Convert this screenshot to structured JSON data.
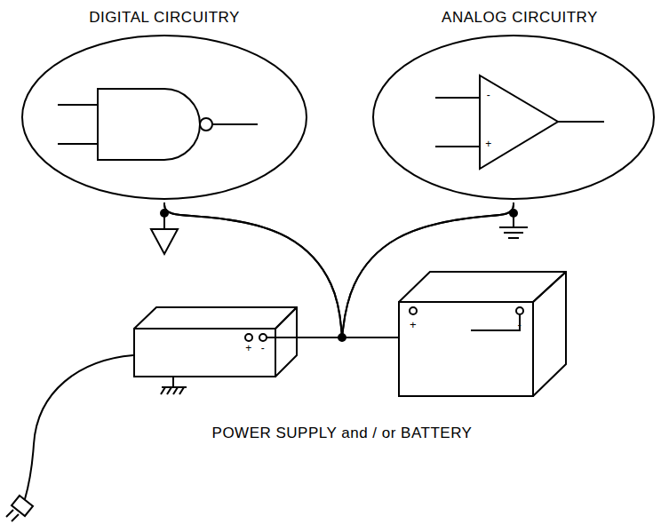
{
  "diagram": {
    "nodes": [
      {
        "text": [
          "DIGITAL CIRCUITRY"
        ]
      },
      {
        "text": [
          "ANALOG CIRCUITRY"
        ]
      },
      {
        "text": [
          "+",
          "-"
        ]
      },
      {
        "text": [
          "+",
          "-"
        ]
      }
    ],
    "edges": [
      {
        "from": 0,
        "to": 2,
        "arrow": "none"
      },
      {
        "from": 0,
        "to": 3,
        "arrow": "none"
      },
      {
        "from": 1,
        "to": 2,
        "arrow": "none"
      },
      {
        "from": 1,
        "to": 3,
        "arrow": "none"
      }
    ],
    "labels": [
      "-",
      "+",
      "POWER SUPPLY and / or BATTERY"
    ]
  }
}
